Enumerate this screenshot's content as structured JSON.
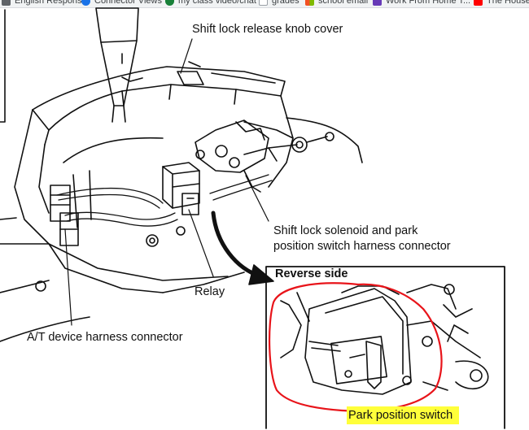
{
  "bookmarks": [
    {
      "label": "English Response",
      "icon": "bookmark-icon",
      "color": "#5f6368"
    },
    {
      "label": "Connector Views",
      "icon": "person-icon",
      "color": "#1a73e8"
    },
    {
      "label": "my class video/chat",
      "icon": "shield-icon",
      "color": "#188038"
    },
    {
      "label": "grades",
      "icon": "page-icon",
      "color": "#9aa0a6"
    },
    {
      "label": "school email",
      "icon": "windows-icon",
      "color": "#f4b400"
    },
    {
      "label": "Work From Home T...",
      "icon": "notes-icon",
      "color": "#673ab7"
    },
    {
      "label": "The House of",
      "icon": "youtube-icon",
      "color": "#ff0000"
    }
  ],
  "labels": {
    "knob_cover": "Shift lock release knob cover",
    "solenoid_line1": "Shift lock solenoid and park",
    "solenoid_line2": "position switch harness connector",
    "reverse_side": "Reverse side",
    "relay": "Relay",
    "at_device": "A/T device harness connector",
    "park_switch": "Park position switch"
  },
  "colors": {
    "annotation": "#e8141a",
    "highlight": "#ffff3a",
    "line": "#111111"
  }
}
